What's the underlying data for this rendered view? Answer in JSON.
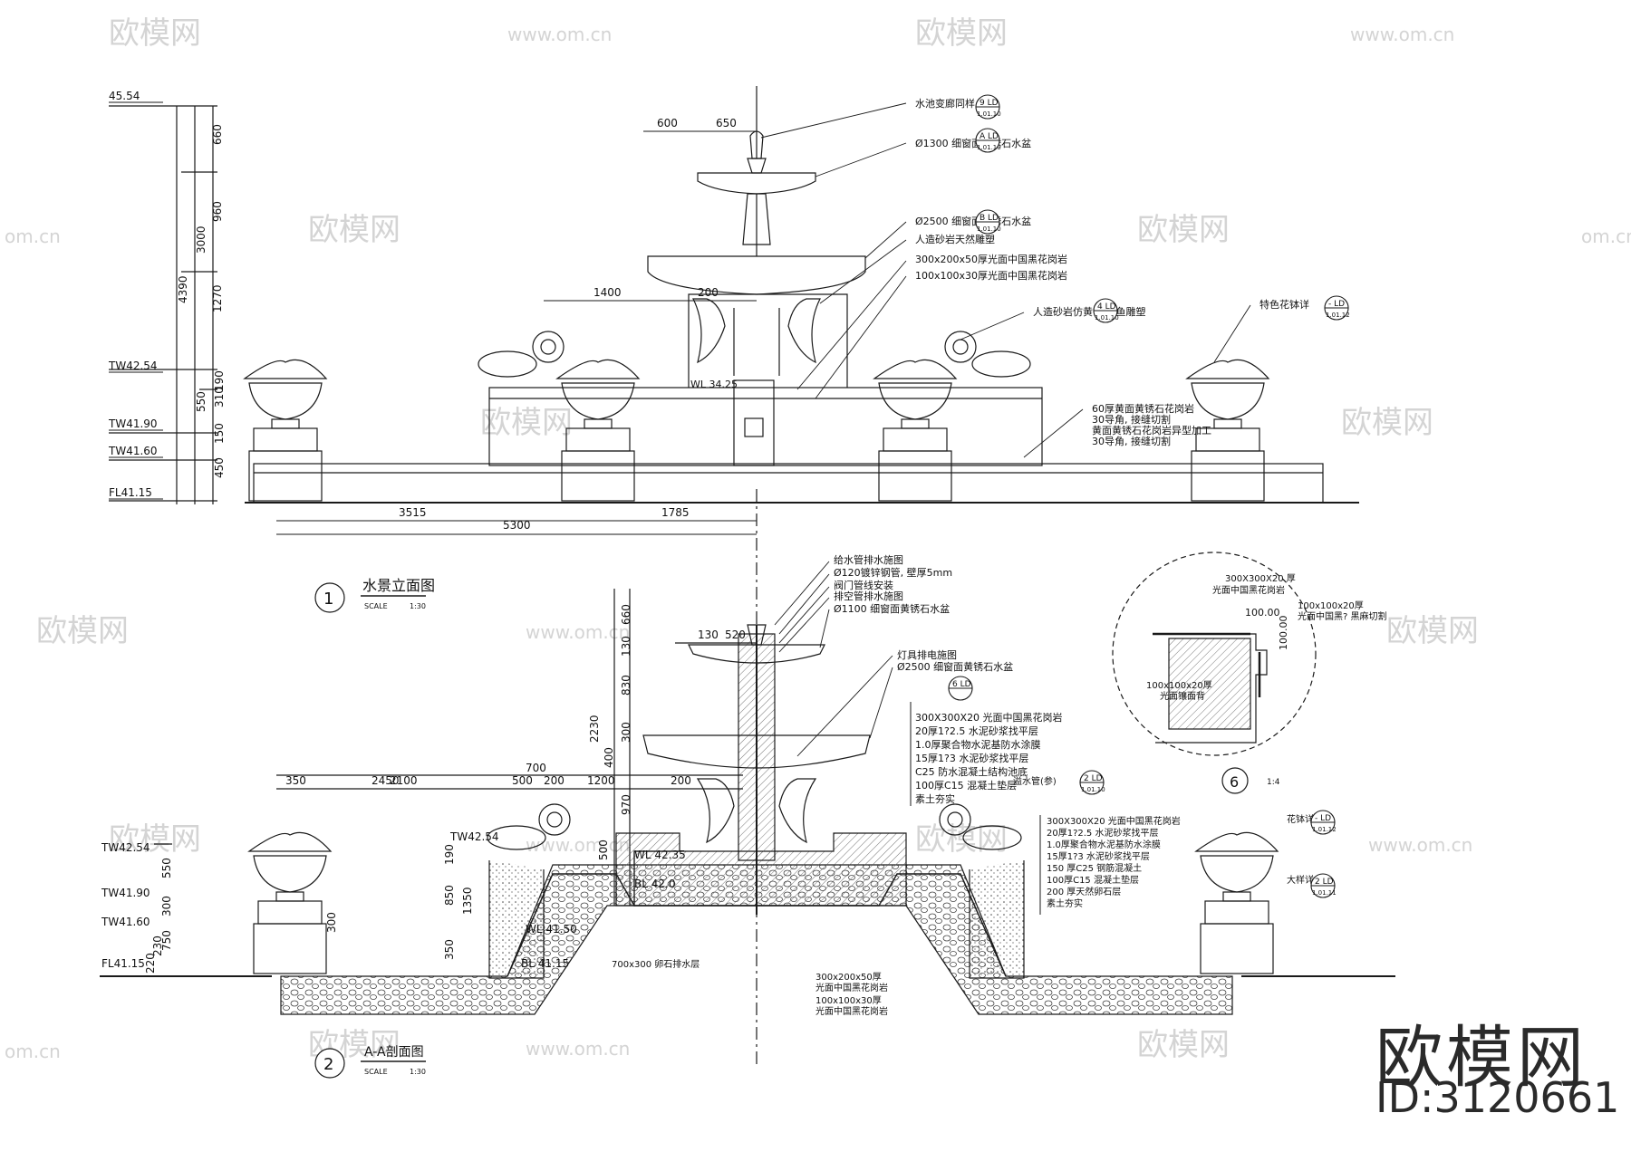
{
  "drawing": {
    "elevation_1": {
      "number": "1",
      "title": "水景立面图",
      "scale_label": "SCALE",
      "scale": "1:30",
      "levels": [
        "45.54",
        "TW42.54",
        "TW41.90",
        "TW41.60",
        "FL41.15"
      ],
      "vertical_dims": [
        "660",
        "960",
        "1270",
        "3000",
        "4390",
        "190",
        "310",
        "550",
        "150",
        "450"
      ],
      "horizontal_dims": [
        "600",
        "650",
        "1400",
        "200",
        "3515",
        "1785",
        "5300"
      ],
      "water_level": "WL 34.25",
      "callouts": [
        {
          "text": "水池变廊同样",
          "ref_top": "9",
          "ref_bottom": "1.01.10"
        },
        {
          "text": "Ø1300 细窗面黄锈石水盆",
          "ref_top": "A",
          "ref_bottom": "1.01.10"
        },
        {
          "text": "Ø2500 细窗面黄锈石水盆",
          "ref_top": "B",
          "ref_bottom": "1.01.10"
        },
        {
          "text": "人造砂岩天然雕塑",
          "ref_top": "",
          "ref_bottom": ""
        },
        {
          "text": "300x200x50厚光面中国黑花岗岩",
          "ref_top": "",
          "ref_bottom": ""
        },
        {
          "text": "100x100x30厚光面中国黑花岗岩",
          "ref_top": "",
          "ref_bottom": ""
        },
        {
          "text": "人造砂岩仿黄锈石 鱼雕塑",
          "ref_top": "4",
          "ref_bottom": "1.01.10"
        },
        {
          "text": "特色花钵详",
          "ref_top": "-",
          "ref_bottom": "1.01.12"
        },
        {
          "text": "60厚黄面黄锈石花岗岩",
          "ref_top": "",
          "ref_bottom": ""
        },
        {
          "text": "30导角, 接缝切割",
          "ref_top": "",
          "ref_bottom": ""
        },
        {
          "text": "黄面黄锈石花岗岩异型加工",
          "ref_top": "",
          "ref_bottom": ""
        },
        {
          "text": "30导角, 接缝切割",
          "ref_top": "",
          "ref_bottom": ""
        }
      ]
    },
    "section_2": {
      "number": "2",
      "title": "A-A剖面图",
      "scale_label": "SCALE",
      "scale": "1:30",
      "levels": [
        "TW42.54",
        "TW41.90",
        "TW41.60",
        "FL41.15",
        "TW42.54",
        "WL 42.35",
        "BL 42.0",
        "WL 41.50",
        "BL 41.15"
      ],
      "vertical_dims": [
        "660",
        "130",
        "830",
        "300",
        "400",
        "970",
        "2230",
        "550",
        "300",
        "750",
        "230",
        "220",
        "500",
        "190",
        "850",
        "1350",
        "350",
        "300"
      ],
      "horizontal_dims": [
        "130",
        "520",
        "2450",
        "700",
        "350",
        "2100",
        "500",
        "200",
        "1200",
        "200"
      ],
      "callouts": [
        {
          "text": "给水管排水施图",
          "ref_top": "",
          "ref_bottom": ""
        },
        {
          "text": "Ø120镀锌钢管, 壁厚5mm",
          "ref_top": "",
          "ref_bottom": ""
        },
        {
          "text": "阀门管线安装",
          "ref_top": "",
          "ref_bottom": ""
        },
        {
          "text": "排空管排水施图",
          "ref_top": "",
          "ref_bottom": ""
        },
        {
          "text": "Ø1100 细窗面黄锈石水盆",
          "ref_top": "",
          "ref_bottom": ""
        },
        {
          "text": "灯具排电施图",
          "ref_top": "",
          "ref_bottom": ""
        },
        {
          "text": "Ø2500 细窗面黄锈石水盆",
          "ref_top": "",
          "ref_bottom": ""
        }
      ],
      "ref_6": {
        "top": "6",
        "bottom": "LD"
      },
      "layers_center": [
        "300X300X20 光面中国黑花岗岩",
        "20厚1?2.5 水泥砂浆找平层",
        "1.0厚聚合物水泥基防水涂膜",
        "15厚1?3 水泥砂浆找平层",
        "C25 防水混凝土结构池底",
        "100厚C15 混凝土垫层",
        "素土夯实"
      ],
      "note_pond": {
        "text": "溢水管(参)",
        "ref_top": "2",
        "ref_bottom": "1.01.10"
      },
      "layers_right": [
        "300X300X20 光面中国黑花岗岩",
        "20厚1?2.5 水泥砂浆找平层",
        "1.0厚聚合物水泥基防水涂膜",
        "15厚1?3 水泥砂浆找平层",
        "150 厚C25 钢筋混凝土",
        "100厚C15 混凝土垫层",
        "200 厚天然卵石层",
        "素土夯实"
      ],
      "callout_huabo": {
        "text": "花钵详",
        "ref_top": "-",
        "ref_bottom": "1.01.12"
      },
      "callout_dadian": {
        "text": "大样详",
        "ref_top": "2",
        "ref_bottom": "1.01.11"
      },
      "bottom_labels": [
        "700x300 卵石排水层",
        "300x200x50厚",
        "光面中国黑花岗岩",
        "100x100x30厚",
        "光面中国黑花岗岩"
      ]
    },
    "detail_6": {
      "number": "6",
      "scale": "1:4",
      "labels": [
        "300X300X20 厚",
        "光面中国黑花岗岩",
        "100x100x20厚",
        "光面中国黑? 黑麻切割",
        "100x100x20厚",
        "光面镶面背",
        "100.00",
        "100.00"
      ]
    }
  },
  "watermark": {
    "logo_text": "欧模网",
    "url_text": "www.om.cn",
    "url_short": "om.cn",
    "brand": "欧模网",
    "id": "ID:3120661"
  },
  "colors": {
    "line": "#1a1a1a",
    "watermark": "#d4d4d4",
    "hatch": "#555555"
  }
}
